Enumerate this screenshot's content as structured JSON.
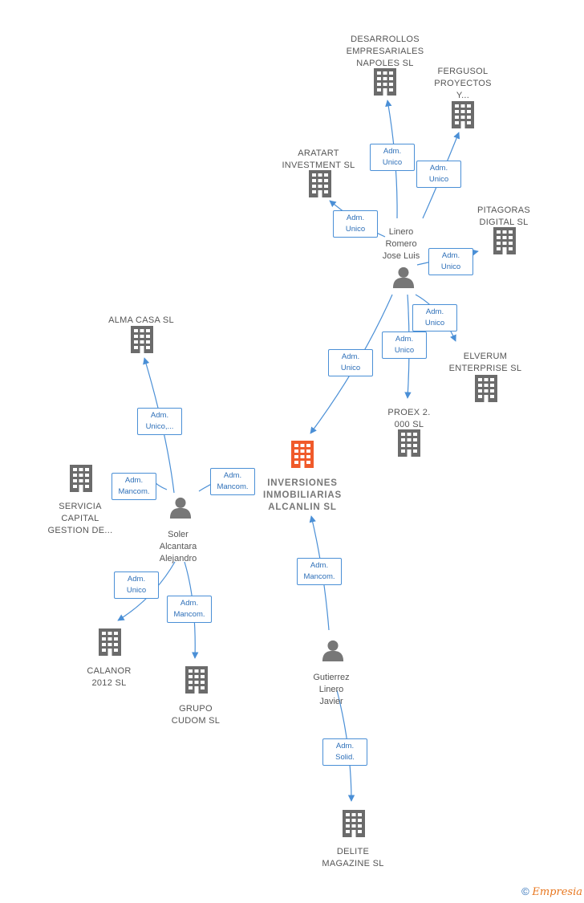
{
  "colors": {
    "building": "#6b6b6b",
    "main_building": "#f05a2a",
    "person": "#777777",
    "edge": "#4a8fd6"
  },
  "nodes": [
    {
      "id": "desarrollos",
      "type": "company",
      "label": "DESARROLLOS\nEMPRESARIALES\nNAPOLES SL"
    },
    {
      "id": "fergusol",
      "type": "company",
      "label": "FERGUSOL\nPROYECTOS\nY..."
    },
    {
      "id": "aratart",
      "type": "company",
      "label": "ARATART\nINVESTMENT SL"
    },
    {
      "id": "pitagoras",
      "type": "company",
      "label": "PITAGORAS\nDIGITAL SL"
    },
    {
      "id": "linero",
      "type": "person",
      "label": "Linero\nRomero\nJose Luis"
    },
    {
      "id": "alma",
      "type": "company",
      "label": "ALMA CASA SL"
    },
    {
      "id": "elverum",
      "type": "company",
      "label": "ELVERUM\nENTERPRISE SL"
    },
    {
      "id": "proex",
      "type": "company",
      "label": "PROEX 2.\n000 SL"
    },
    {
      "id": "servicia",
      "type": "company",
      "label": "SERVICIA\nCAPITAL\nGESTION DE..."
    },
    {
      "id": "inversiones",
      "type": "main",
      "label": "INVERSIONES\nINMOBILIARIAS\nALCANLIN SL"
    },
    {
      "id": "soler",
      "type": "person",
      "label": "Soler\nAlcantara\nAlejandro"
    },
    {
      "id": "calanor",
      "type": "company",
      "label": "CALANOR\n2012 SL"
    },
    {
      "id": "grupo",
      "type": "company",
      "label": "GRUPO\nCUDOM SL"
    },
    {
      "id": "gutierrez",
      "type": "person",
      "label": "Gutierrez\nLinero\nJavier"
    },
    {
      "id": "delite",
      "type": "company",
      "label": "DELITE\nMAGAZINE SL"
    }
  ],
  "edges": [
    {
      "id": "e1",
      "label": "Adm.\nUnico"
    },
    {
      "id": "e2",
      "label": "Adm.\nUnico"
    },
    {
      "id": "e3",
      "label": "Adm.\nUnico"
    },
    {
      "id": "e4",
      "label": "Adm.\nUnico"
    },
    {
      "id": "e5",
      "label": "Adm.\nUnico"
    },
    {
      "id": "e6",
      "label": "Adm.\nUnico"
    },
    {
      "id": "e7",
      "label": "Adm.\nUnico"
    },
    {
      "id": "e8",
      "label": "Adm.\nUnico,..."
    },
    {
      "id": "e9",
      "label": "Adm.\nMancom."
    },
    {
      "id": "e10",
      "label": "Adm.\nMancom."
    },
    {
      "id": "e11",
      "label": "Adm.\nUnico"
    },
    {
      "id": "e12",
      "label": "Adm.\nMancom."
    },
    {
      "id": "e13",
      "label": "Adm.\nMancom."
    },
    {
      "id": "e14",
      "label": "Adm.\nSolid."
    }
  ],
  "footer": {
    "copyright": "©",
    "brand": "Empresia"
  }
}
